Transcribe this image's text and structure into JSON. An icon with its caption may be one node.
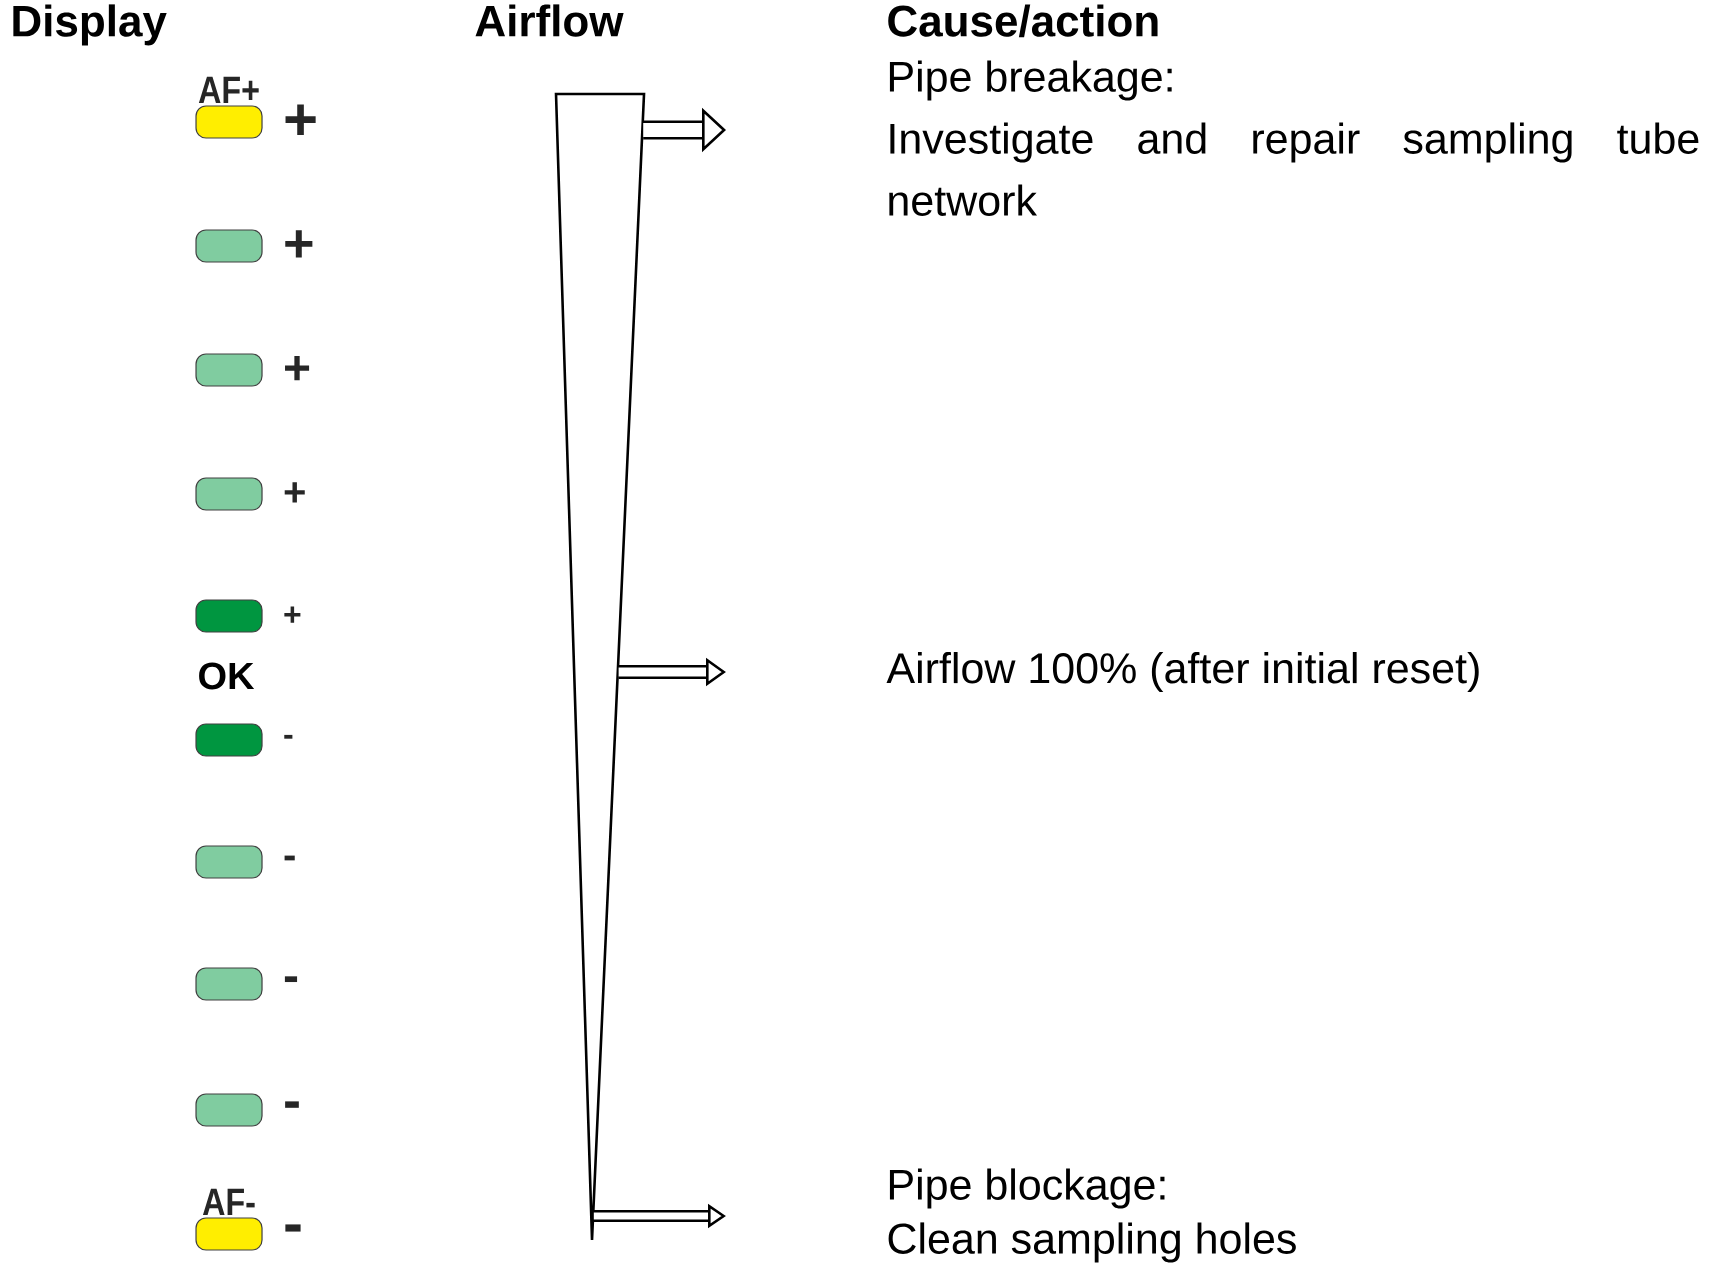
{
  "diagram": {
    "nodes": [
      {
        "text": [],
        "shape": "box",
        "beside": [
          "AF+",
          "+"
        ]
      },
      {
        "text": [],
        "shape": "box",
        "beside": [
          "+"
        ]
      },
      {
        "text": [],
        "shape": "box",
        "beside": [
          "+"
        ]
      },
      {
        "text": [],
        "shape": "box",
        "beside": [
          "+"
        ]
      },
      {
        "text": [],
        "shape": "box",
        "beside": [
          "+"
        ]
      },
      {
        "text": [],
        "shape": "box",
        "beside": [
          "-"
        ]
      },
      {
        "text": [],
        "shape": "box",
        "beside": [
          "-"
        ]
      },
      {
        "text": [],
        "shape": "box",
        "beside": [
          "-"
        ]
      },
      {
        "text": [],
        "shape": "box",
        "beside": [
          "-"
        ]
      },
      {
        "text": [],
        "shape": "box",
        "beside": [
          "AF-",
          "-"
        ]
      },
      {
        "text": [],
        "shape": "triangle"
      },
      {
        "text": [
          "Pipe breakage:",
          "Investigate and repair sampling tube network"
        ]
      },
      {
        "text": [
          "Airflow 100% (after initial reset)"
        ]
      },
      {
        "text": [
          "Pipe blockage:",
          "Clean sampling holes"
        ]
      }
    ],
    "edges": [
      {
        "from": 10,
        "to": null,
        "arrow": "to"
      },
      {
        "from": 10,
        "to": null,
        "arrow": "to"
      },
      {
        "from": 10,
        "to": null,
        "arrow": "to"
      }
    ],
    "labels": [
      "Display",
      "Airflow",
      "Cause/action",
      "OK"
    ]
  }
}
